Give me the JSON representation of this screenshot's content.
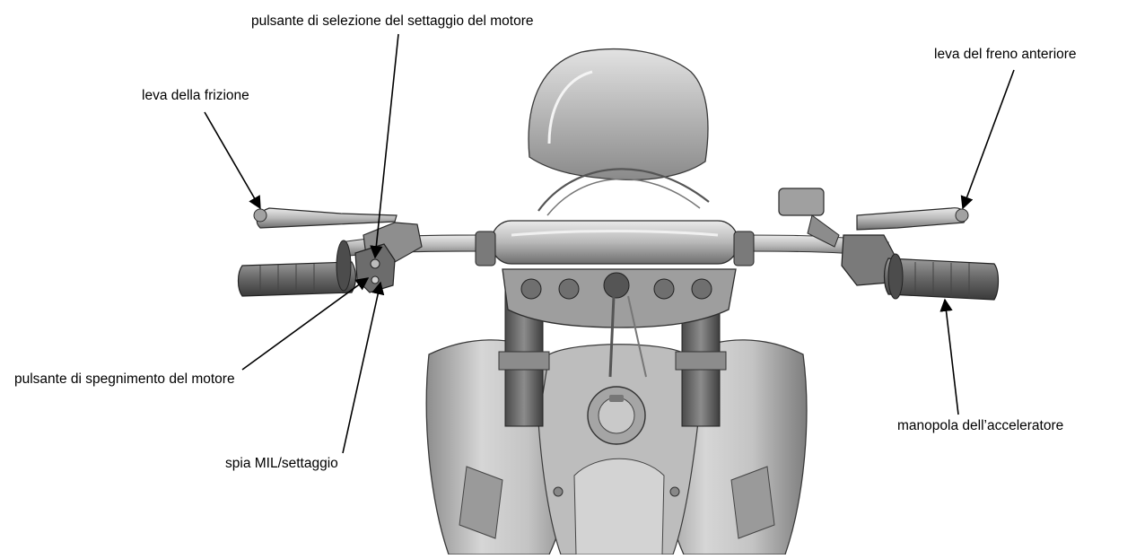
{
  "labels": {
    "engine_setting_button": "pulsante di selezione del settaggio del motore",
    "clutch_lever": "leva della frizione",
    "front_brake_lever": "leva del freno anteriore",
    "engine_stop_button": "pulsante di spegnimento del motore",
    "throttle_grip": "manopola dell’acceleratore",
    "mil_setting_light": "spia MIL/settaggio"
  },
  "colors": {
    "background": "#ffffff",
    "body_light": "#cfcfcf",
    "body_mid": "#a8a8a8",
    "body_dark": "#5a5a5a",
    "outline": "#3a3a3a",
    "arrow": "#000000"
  }
}
